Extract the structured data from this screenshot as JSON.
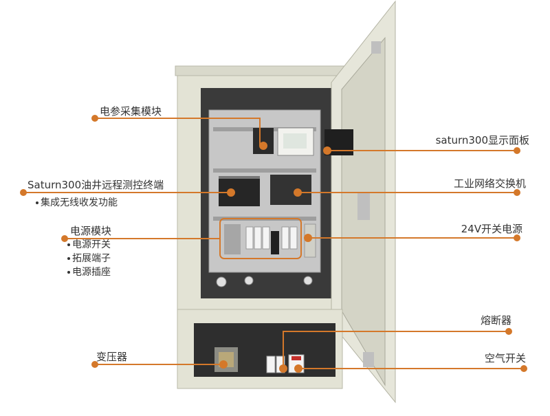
{
  "colors": {
    "leader": "#d4782a",
    "cabinet_body": "#e6e6d8",
    "cabinet_dark": "#c9cabb",
    "panel": "#bdbdbd",
    "device_black": "#2a2a2a"
  },
  "labels": {
    "power_collection_module": "电参采集模块",
    "saturn_terminal": "Saturn300油井远程测控终端",
    "saturn_terminal_sub": "集成无线收发功能",
    "power_module": "电源模块",
    "power_module_items": [
      "电源开关",
      "拓展端子",
      "电源插座"
    ],
    "transformer": "变压器",
    "display_panel": "saturn300显示面板",
    "industrial_switch": "工业网络交换机",
    "switching_power": "24V开关电源",
    "fuse": "熔断器",
    "air_switch": "空气开关"
  }
}
